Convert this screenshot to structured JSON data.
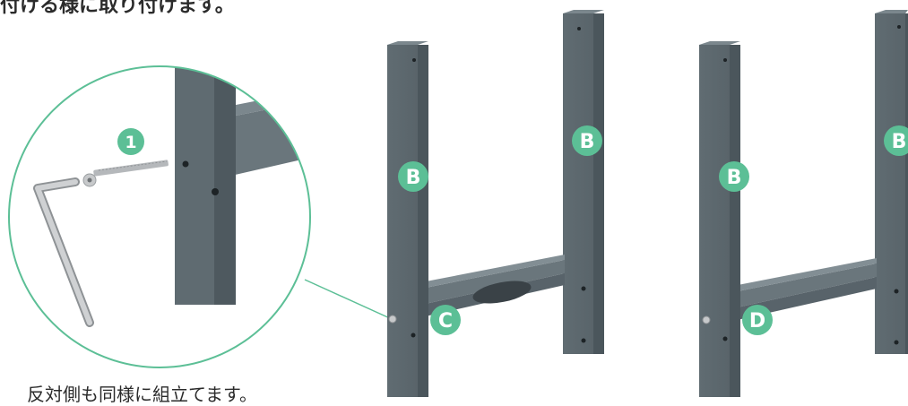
{
  "instructions": {
    "top_text": "付ける様に取り付けます。",
    "bottom_text": "反対側も同様に組立てます。"
  },
  "callouts": {
    "step_number": "1",
    "left_frame_upright_left": "B",
    "left_frame_upright_right": "B",
    "left_frame_crossbar": "C",
    "right_frame_upright_left": "B",
    "right_frame_upright_right": "B",
    "right_frame_crossbar": "D"
  },
  "colors": {
    "frame_gray": "#5f6b71",
    "frame_dark": "#4b565c",
    "callout_green": "#5cbf96",
    "hex_key": "#c7c9cb",
    "screw": "#b5b8bb"
  }
}
